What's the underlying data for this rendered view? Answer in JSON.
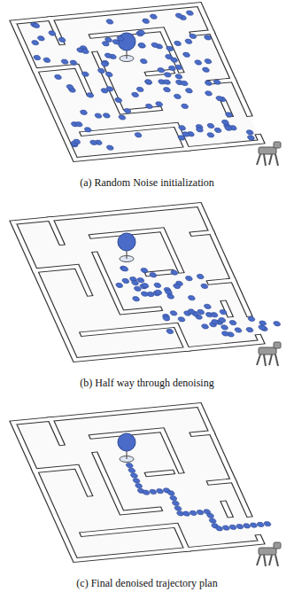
{
  "diagram": {
    "labels": [
      "(a) Random Noise initialization",
      "(b) Half way through denoising",
      "(c) Final denoised trajectory plan"
    ]
  }
}
